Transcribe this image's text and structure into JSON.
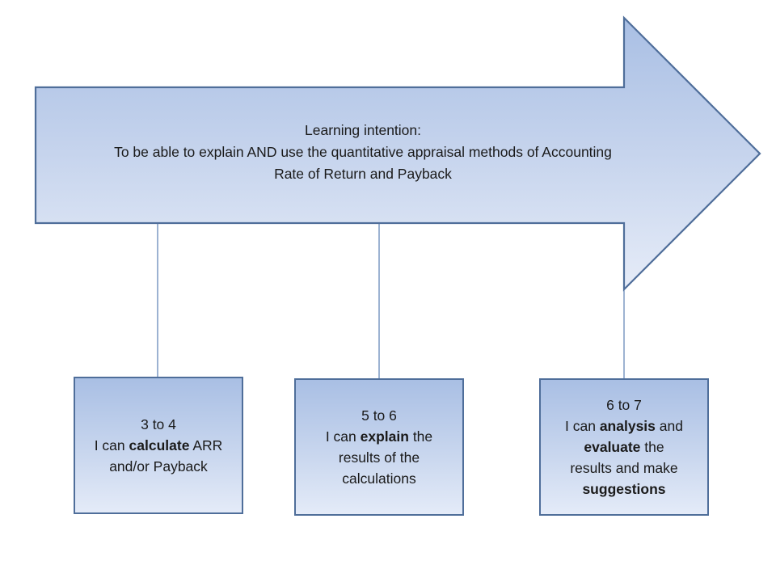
{
  "arrow": {
    "heading": "Learning intention:",
    "line1": "To be able to explain AND use the quantitative appraisal methods of Accounting",
    "line2": "Rate of Return and Payback"
  },
  "boxes": [
    {
      "range": "3 to 4",
      "l2_pre": "I can ",
      "l2_bold": "calculate",
      "l2_post": " ARR",
      "l3": "and/or Payback"
    },
    {
      "range": "5 to 6",
      "l2_pre": "I can ",
      "l2_bold": "explain",
      "l2_post": " the",
      "l3": "results of the",
      "l4": "calculations"
    },
    {
      "range": "6 to 7",
      "l2_pre": "I can ",
      "l2_bold": "analysis",
      "l2_post": " and",
      "l3_bold": "evaluate",
      "l3_post": " the",
      "l4": "results and make",
      "l5_bold": "suggestions"
    }
  ],
  "colors": {
    "fill_top": "#a9bfe4",
    "fill_bottom": "#e4ebf8",
    "border": "#4f6e9a",
    "connector": "#5b80b4"
  }
}
